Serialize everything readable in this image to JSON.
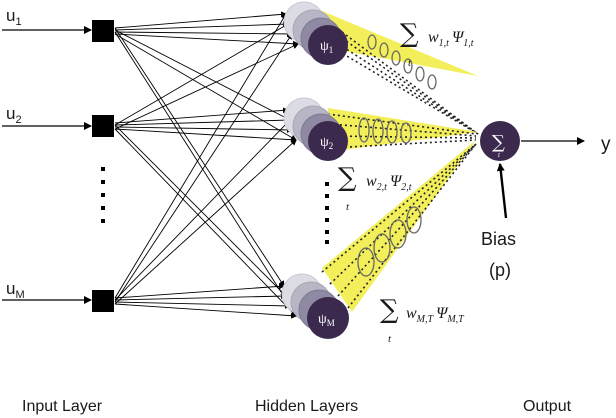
{
  "inputs": [
    {
      "main": "u",
      "sub": "1"
    },
    {
      "main": "u",
      "sub": "2"
    },
    {
      "main": "u",
      "sub": "M"
    }
  ],
  "hidden_nodes": [
    {
      "main": "ψ",
      "sub": "1"
    },
    {
      "main": "ψ",
      "sub": "2"
    },
    {
      "main": "ψ",
      "sub": "M"
    }
  ],
  "weighted_sums": [
    {
      "sigma": "∑",
      "index": "t",
      "w": "w",
      "w_sub": "1,t",
      "psi": "Ψ",
      "psi_sub": "1,t"
    },
    {
      "sigma": "∑",
      "index": "t",
      "w": "w",
      "w_sub": "2,t",
      "psi": "Ψ",
      "psi_sub": "2,t"
    },
    {
      "sigma": "∑",
      "index": "t",
      "w": "w",
      "w_sub": "M,T",
      "psi": "Ψ",
      "psi_sub": "M,T"
    }
  ],
  "output_node": {
    "symbol": "∑",
    "sub": "t"
  },
  "output_label": "y",
  "bias_label": "Bias",
  "bias_param": "(p)",
  "layer_labels": {
    "input": "Input Layer",
    "hidden": "Hidden Layers",
    "output": "Output"
  },
  "colors": {
    "node_fill": "#3b2a4e",
    "node_shadow": "#a9a6b6",
    "weight_fan": "#f3ef5a",
    "input_square": "#000000"
  }
}
